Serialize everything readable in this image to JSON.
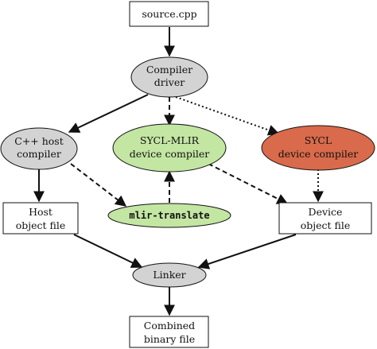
{
  "nodes": {
    "source": {
      "lines": [
        "source.cpp"
      ]
    },
    "driver": {
      "lines": [
        "Compiler",
        "driver"
      ]
    },
    "host_compiler": {
      "lines": [
        "C++ host",
        "compiler"
      ]
    },
    "mlir_compiler": {
      "lines": [
        "SYCL-MLIR",
        "device compiler"
      ]
    },
    "sycl_compiler": {
      "lines": [
        "SYCL",
        "device compiler"
      ]
    },
    "host_obj": {
      "lines": [
        "Host",
        "object file"
      ]
    },
    "mlir_translate": {
      "lines": [
        "mlir-translate"
      ]
    },
    "device_obj": {
      "lines": [
        "Device",
        "object file"
      ]
    },
    "linker": {
      "lines": [
        "Linker"
      ]
    },
    "binary": {
      "lines": [
        "Combined",
        "binary file"
      ]
    }
  },
  "colors": {
    "gray_fill": "#d3d3d3",
    "green_fill": "#c3e6a3",
    "red_fill": "#d96a4b",
    "stroke": "#111111",
    "box_fill": "#ffffff"
  },
  "edges": [
    {
      "from": "source",
      "to": "driver",
      "style": "solid"
    },
    {
      "from": "driver",
      "to": "host_compiler",
      "style": "solid"
    },
    {
      "from": "driver",
      "to": "mlir_compiler",
      "style": "dashed"
    },
    {
      "from": "driver",
      "to": "sycl_compiler",
      "style": "dotted"
    },
    {
      "from": "host_compiler",
      "to": "host_obj",
      "style": "solid"
    },
    {
      "from": "host_compiler",
      "to": "mlir_translate",
      "style": "dashed"
    },
    {
      "from": "mlir_translate",
      "to": "mlir_compiler",
      "style": "dashed"
    },
    {
      "from": "mlir_compiler",
      "to": "device_obj",
      "style": "dashed"
    },
    {
      "from": "sycl_compiler",
      "to": "device_obj",
      "style": "dotted"
    },
    {
      "from": "host_obj",
      "to": "linker",
      "style": "solid"
    },
    {
      "from": "device_obj",
      "to": "linker",
      "style": "solid"
    },
    {
      "from": "linker",
      "to": "binary",
      "style": "solid"
    }
  ]
}
